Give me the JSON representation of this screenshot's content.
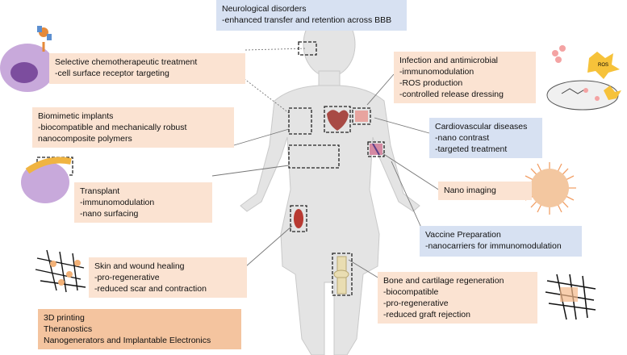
{
  "colors": {
    "panel_peach": "#fbe3d2",
    "panel_blue": "#d7e1f2",
    "panel_orange": "#f4c49f",
    "body_silhouette": "#e3e3e3",
    "connector_lines": "#777777"
  },
  "icons": [
    "cancer-cell-with-receptor-icon",
    "implant-cell-icon",
    "nanofiber-mesh-icon",
    "bacteria-ros-icon",
    "nanoparticle-sphere-icon",
    "bone-scaffold-icon",
    "heart-icon",
    "lung-tissue-icon",
    "artery-icon",
    "skin-wound-icon",
    "knee-bone-icon"
  ],
  "panels": {
    "neuro": {
      "title": "Neurological disorders",
      "line1": "-enhanced transfer and retention across BBB"
    },
    "chemo": {
      "title": "Selective chemotherapeutic treatment",
      "line1": "-cell surface receptor targeting"
    },
    "biomimetic": {
      "title": "Biomimetic implants",
      "line1": "-biocompatible and mechanically robust",
      "line2": "nanocomposite polymers"
    },
    "transplant": {
      "title": "Transplant",
      "line1": "-immunomodulation",
      "line2": "-nano surfacing"
    },
    "skin": {
      "title": "Skin and wound healing",
      "line1": "-pro-regenerative",
      "line2": "-reduced scar and contraction"
    },
    "printing": {
      "line1": "3D printing",
      "line2": "Theranostics",
      "line3": "Nanogenerators and Implantable Electronics"
    },
    "infection": {
      "title": "Infection and antimicrobial",
      "line1": "-immunomodulation",
      "line2": "-ROS production",
      "line3": "-controlled release dressing"
    },
    "cardio": {
      "title": "Cardiovascular diseases",
      "line1": "-nano contrast",
      "line2": "-targeted treatment"
    },
    "imaging": {
      "title": "Nano imaging"
    },
    "vaccine": {
      "title": "Vaccine Preparation",
      "line1": "-nanocarriers for immunomodulation"
    },
    "bone": {
      "title": "Bone and cartilage regeneration",
      "line1": "-biocompatible",
      "line2": "-pro-regenerative",
      "line3": "-reduced graft rejection"
    }
  },
  "ros_label": "ROS"
}
